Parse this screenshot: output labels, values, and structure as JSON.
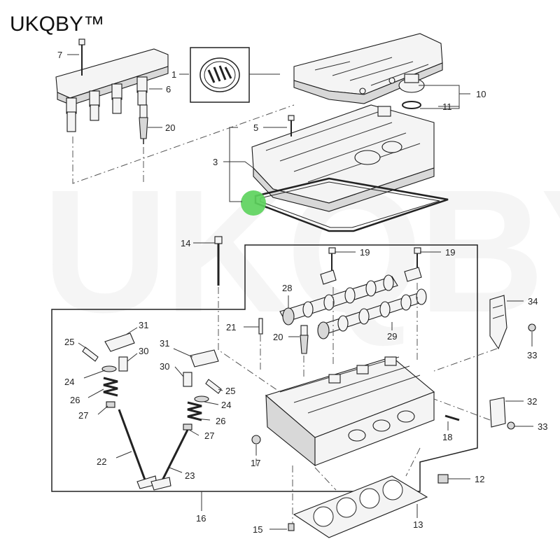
{
  "brand": {
    "text": "UKQBY™"
  },
  "watermark": {
    "text": "UKQBY™"
  },
  "callouts": [
    {
      "id": "1",
      "label": "1"
    },
    {
      "id": "3",
      "label": "3"
    },
    {
      "id": "5",
      "label": "5"
    },
    {
      "id": "6",
      "label": "6"
    },
    {
      "id": "7",
      "label": "7"
    },
    {
      "id": "10",
      "label": "10"
    },
    {
      "id": "11",
      "label": "11"
    },
    {
      "id": "12",
      "label": "12"
    },
    {
      "id": "13",
      "label": "13"
    },
    {
      "id": "14",
      "label": "14"
    },
    {
      "id": "15",
      "label": "15"
    },
    {
      "id": "16",
      "label": "16"
    },
    {
      "id": "17",
      "label": "17"
    },
    {
      "id": "18",
      "label": "18"
    },
    {
      "id": "19a",
      "label": "19"
    },
    {
      "id": "19b",
      "label": "19"
    },
    {
      "id": "20a",
      "label": "20"
    },
    {
      "id": "20b",
      "label": "20"
    },
    {
      "id": "21",
      "label": "21"
    },
    {
      "id": "22",
      "label": "22"
    },
    {
      "id": "23",
      "label": "23"
    },
    {
      "id": "24a",
      "label": "24"
    },
    {
      "id": "24b",
      "label": "24"
    },
    {
      "id": "25a",
      "label": "25"
    },
    {
      "id": "25b",
      "label": "25"
    },
    {
      "id": "26a",
      "label": "26"
    },
    {
      "id": "26b",
      "label": "26"
    },
    {
      "id": "27a",
      "label": "27"
    },
    {
      "id": "27b",
      "label": "27"
    },
    {
      "id": "28",
      "label": "28"
    },
    {
      "id": "29",
      "label": "29"
    },
    {
      "id": "30a",
      "label": "30"
    },
    {
      "id": "30b",
      "label": "30"
    },
    {
      "id": "31a",
      "label": "31"
    },
    {
      "id": "31b",
      "label": "31"
    },
    {
      "id": "32",
      "label": "32"
    },
    {
      "id": "33a",
      "label": "33"
    },
    {
      "id": "33b",
      "label": "33"
    },
    {
      "id": "34",
      "label": "34"
    }
  ],
  "colors": {
    "highlight": "#5dd35d",
    "ink": "#1a1a1a"
  }
}
